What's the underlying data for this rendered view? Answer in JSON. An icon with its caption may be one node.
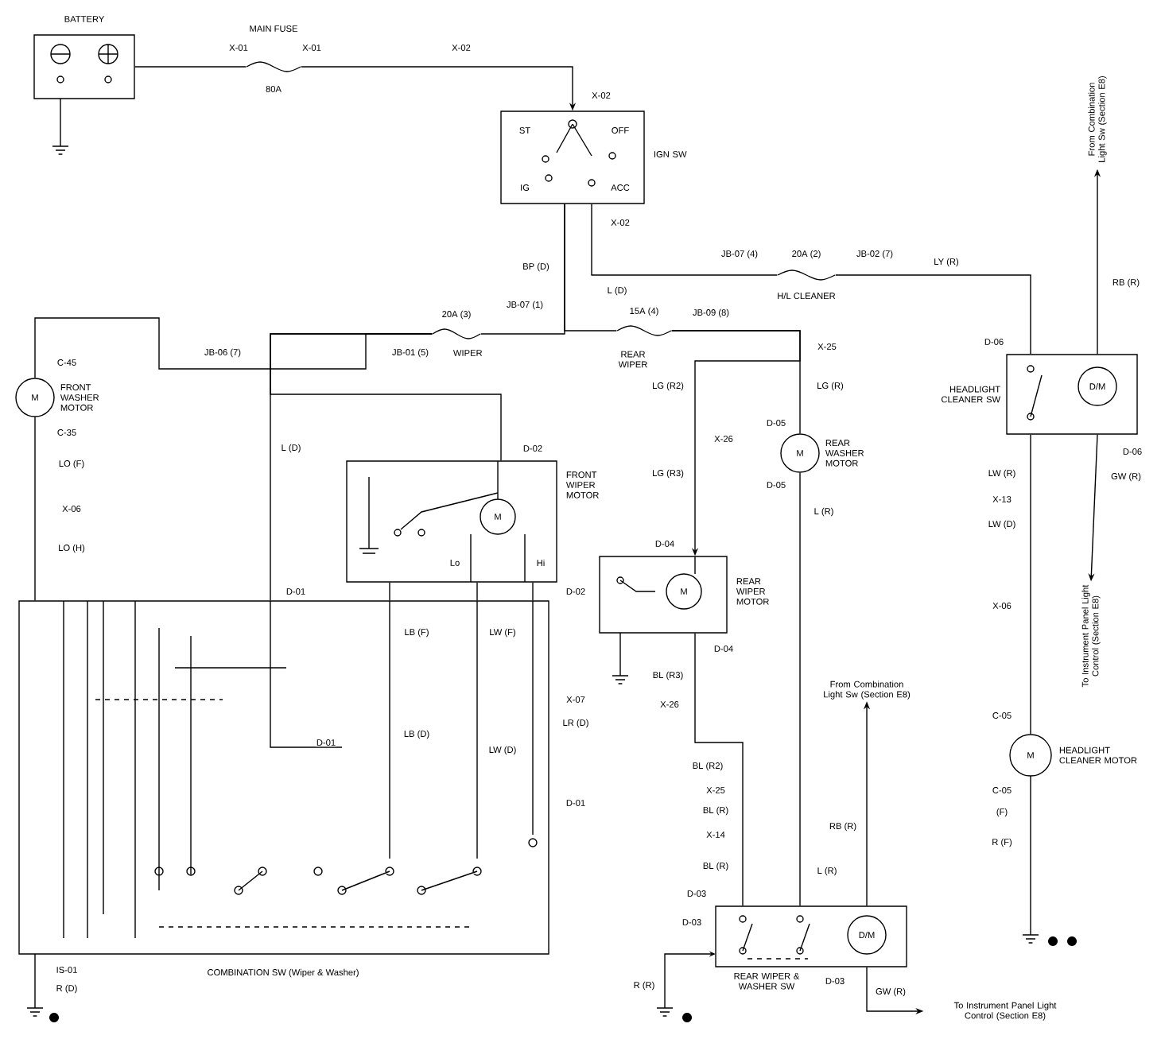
{
  "diagram": {
    "nodes": [
      {
        "text": [
          "BATTERY"
        ]
      },
      {
        "text": [
          "MAIN FUSE",
          "80A"
        ]
      },
      {
        "text": [
          "ST",
          "IG",
          "OFF",
          "ACC"
        ],
        "beside": [
          "IGN SW"
        ]
      },
      {
        "text": [
          "20A (3)"
        ],
        "beside": [
          "WIPER"
        ]
      },
      {
        "text": [
          "20A (2)"
        ],
        "beside": [
          "H/L CLEANER"
        ]
      },
      {
        "text": [
          "15A (4)"
        ],
        "beside": [
          "REAR WIPER"
        ]
      },
      {
        "text": [
          "M"
        ],
        "beside": [
          "FRONT WASHER MOTOR"
        ]
      },
      {
        "text": [
          "M",
          "Lo",
          "Hi"
        ],
        "beside": [
          "FRONT WIPER MOTOR"
        ]
      },
      {
        "text": [
          "M"
        ],
        "beside": [
          "REAR WASHER MOTOR"
        ]
      },
      {
        "text": [
          "M"
        ],
        "beside": [
          "REAR WIPER MOTOR"
        ]
      },
      {
        "text": [
          "D/M"
        ],
        "beside": [
          "HEADLIGHT CLEANER SW"
        ]
      },
      {
        "text": [
          "M"
        ],
        "beside": [
          "HEADLIGHT CLEANER MOTOR"
        ]
      },
      {
        "text": [
          "COMBINATION SW (Wiper & Washer)"
        ]
      },
      {
        "text": [
          "D/M"
        ],
        "beside": [
          "REAR WIPER & WASHER SW"
        ]
      },
      {
        "text": [
          "From Combination Light Sw (Section E8)"
        ]
      },
      {
        "text": [
          "From Combination Light Sw (Section E8)"
        ]
      },
      {
        "text": [
          "To Instrument Panel Light Control (Section E8)"
        ]
      },
      {
        "text": [
          "To Instrument Panel Light Control (Section E8)"
        ]
      }
    ],
    "edges": [
      {
        "from": 0,
        "to": 1,
        "arrow": "none"
      },
      {
        "from": 1,
        "to": 2,
        "arrow": "to"
      },
      {
        "from": 2,
        "to": 3,
        "arrow": "none"
      },
      {
        "from": 2,
        "to": 5,
        "arrow": "none"
      },
      {
        "from": 2,
        "to": 4,
        "arrow": "none"
      },
      {
        "from": 3,
        "to": 6,
        "arrow": "none"
      },
      {
        "from": 3,
        "to": 7,
        "arrow": "none"
      },
      {
        "from": 3,
        "to": 12,
        "arrow": "none"
      },
      {
        "from": 6,
        "to": 12,
        "arrow": "none"
      },
      {
        "from": 7,
        "to": 12,
        "arrow": "none"
      },
      {
        "from": 7,
        "to": 12,
        "arrow": "none"
      },
      {
        "from": 7,
        "to": 12,
        "arrow": "none"
      },
      {
        "from": 5,
        "to": 8,
        "arrow": "none"
      },
      {
        "from": 5,
        "to": 9,
        "arrow": "to"
      },
      {
        "from": 8,
        "to": 13,
        "arrow": "none"
      },
      {
        "from": 9,
        "to": 13,
        "arrow": "none"
      },
      {
        "from": 13,
        "to": 15,
        "arrow": "to"
      },
      {
        "from": 13,
        "to": 17,
        "arrow": "to"
      },
      {
        "from": 4,
        "to": 10,
        "arrow": "none"
      },
      {
        "from": 10,
        "to": 14,
        "arrow": "to"
      },
      {
        "from": 10,
        "to": 16,
        "arrow": "to"
      },
      {
        "from": 10,
        "to": 11,
        "arrow": "none"
      }
    ],
    "labels": [
      "X-01",
      "X-01",
      "X-02",
      "X-02",
      "X-02",
      "BP (D)",
      "JB-07 (1)",
      "L (D)",
      "JB-07 (4)",
      "JB-02 (7)",
      "LY (R)",
      "RB (R)",
      "JB-06 (7)",
      "JB-01 (5)",
      "JB-09 (8)",
      "X-25",
      "LG (R2)",
      "LG (R)",
      "D-05",
      "X-26",
      "D-05",
      "LG (R3)",
      "L (R)",
      "D-04",
      "C-45",
      "C-35",
      "LO (F)",
      "X-06",
      "LO (H)",
      "L (D)",
      "D-02",
      "D-06",
      "D-06",
      "LW (R)",
      "GW (R)",
      "X-13",
      "LW (D)",
      "X-06",
      "D-01",
      "D-02",
      "D-04",
      "LB (F)",
      "LW (F)",
      "BL (R3)",
      "X-07",
      "X-26",
      "C-05",
      "LR (D)",
      "LB (D)",
      "D-01",
      "LW (D)",
      "BL (R2)",
      "X-25",
      "C-05",
      "D-01",
      "BL (R)",
      "(F)",
      "RB (R)",
      "X-14",
      "R (F)",
      "BL (R)",
      "L (R)",
      "D-03",
      "D-03",
      "IS-01",
      "R (D)",
      "R (R)",
      "D-03",
      "GW (R)"
    ]
  }
}
